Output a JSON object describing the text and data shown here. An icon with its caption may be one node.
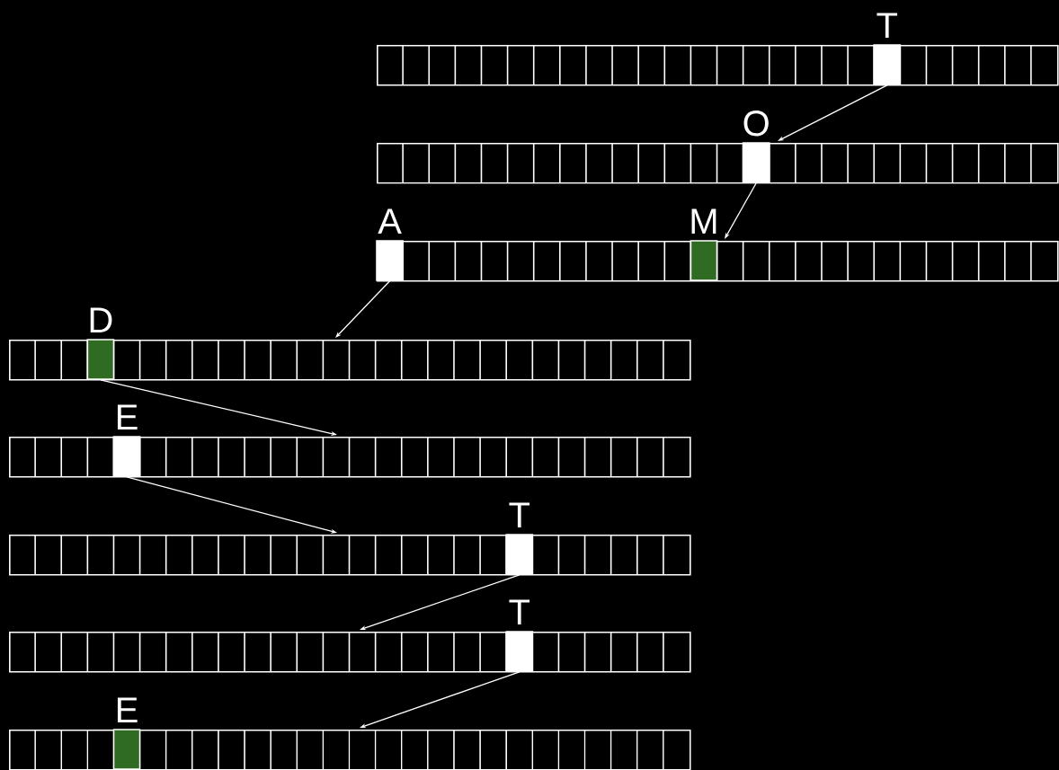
{
  "diagram": {
    "nodes": [
      {
        "text": [],
        "shape": "bar"
      },
      {
        "text": [
          "T"
        ],
        "in": 0
      },
      {
        "text": [],
        "shape": "bar"
      },
      {
        "text": [
          "O"
        ],
        "in": 2
      },
      {
        "text": [],
        "shape": "bar"
      },
      {
        "text": [
          "A"
        ],
        "in": 4
      },
      {
        "text": [
          "M"
        ],
        "in": 4
      },
      {
        "text": [],
        "shape": "bar"
      },
      {
        "text": [
          "D"
        ],
        "in": 7
      },
      {
        "text": [],
        "shape": "bar"
      },
      {
        "text": [
          "E"
        ],
        "in": 9
      },
      {
        "text": [],
        "shape": "bar"
      },
      {
        "text": [
          "T"
        ],
        "in": 11
      },
      {
        "text": [],
        "shape": "bar"
      },
      {
        "text": [
          "T"
        ],
        "in": 13
      },
      {
        "text": [],
        "shape": "bar"
      },
      {
        "text": [
          "E"
        ],
        "in": 15
      }
    ],
    "edges": [
      {
        "from": 1,
        "to": 2,
        "arrow": "to"
      },
      {
        "from": 3,
        "to": 4,
        "arrow": "to"
      },
      {
        "from": 5,
        "to": 7,
        "arrow": "to"
      },
      {
        "from": 8,
        "to": 9,
        "arrow": "to"
      },
      {
        "from": 10,
        "to": 11,
        "arrow": "to"
      },
      {
        "from": 12,
        "to": 13,
        "arrow": "to"
      },
      {
        "from": 14,
        "to": 15,
        "arrow": "to"
      }
    ]
  }
}
